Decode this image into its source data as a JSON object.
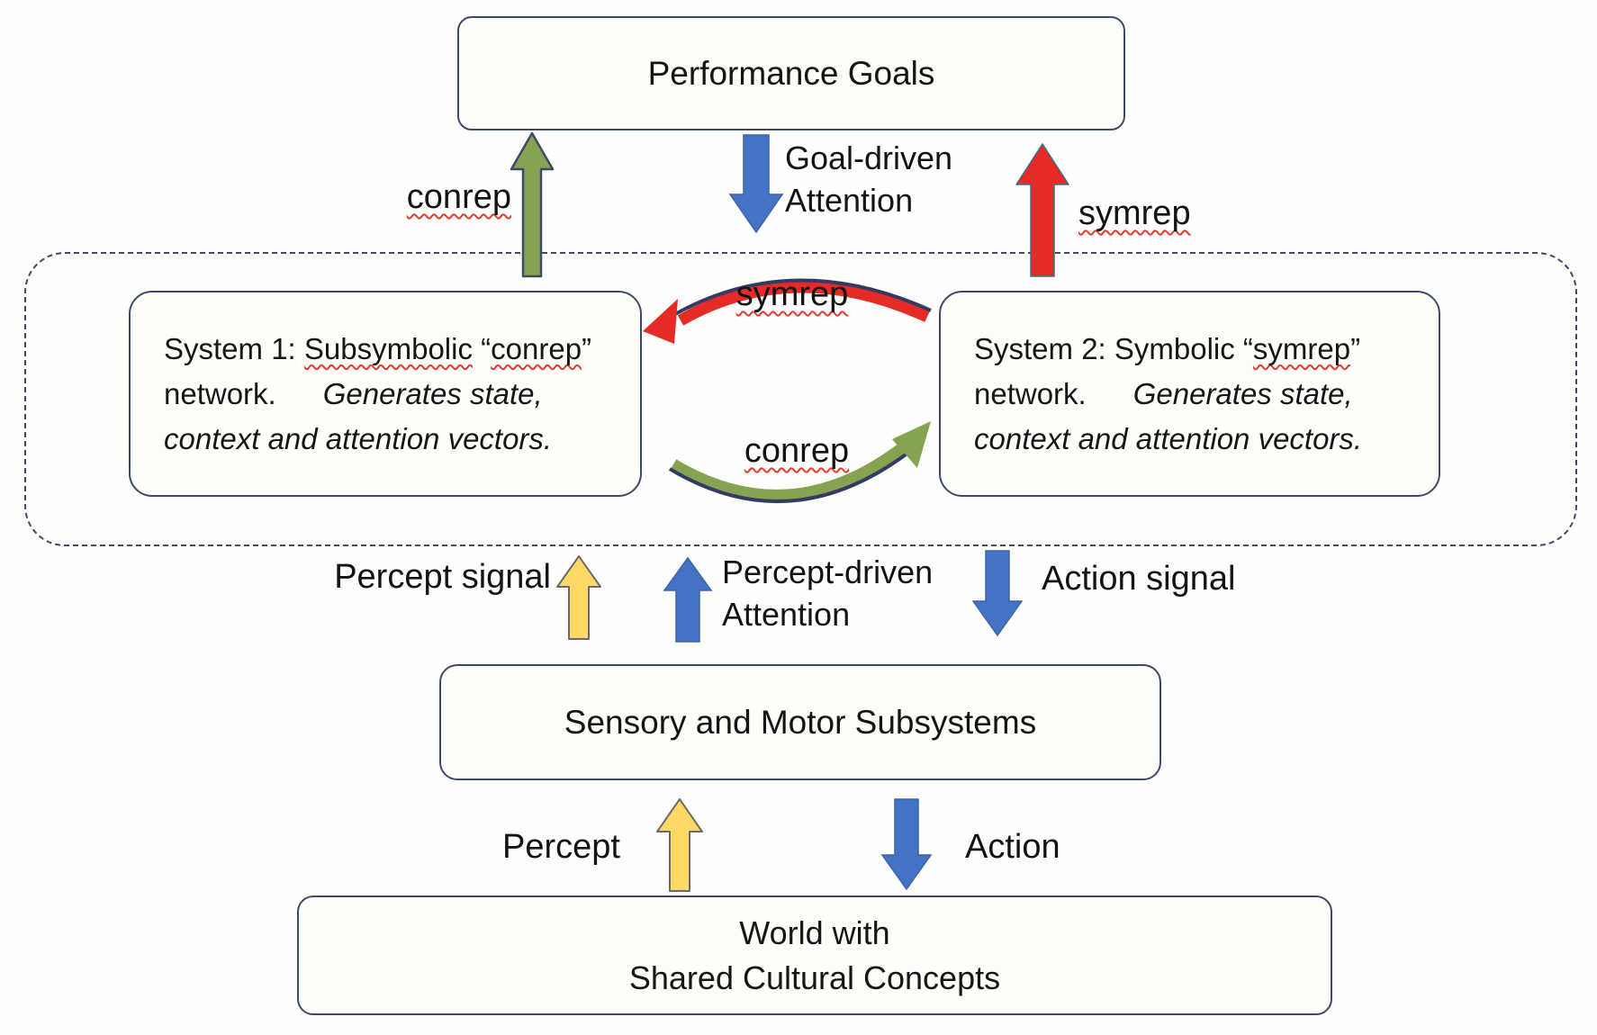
{
  "colors": {
    "green_arrow": "#85a350",
    "blue_arrow": "#4472c4",
    "red_arrow": "#e62b26",
    "yellow_arrow": "#fed966",
    "yellow_edge": "#6b6b66",
    "navy_outline": "#3d4a6b",
    "arc_navy": "#333a63",
    "squiggle": "#e03c31"
  },
  "boxes": {
    "performance_goals": {
      "label": "Performance Goals"
    },
    "sensory": {
      "label": "Sensory and Motor Subsystems"
    },
    "world": {
      "line1": "World with",
      "line2": "Shared Cultural Concepts"
    },
    "system1": {
      "seg_prefix": "System 1: ",
      "seg_misspelled": "Subsymbolic",
      "seg_quote_open": " “",
      "seg_term": "conrep",
      "seg_quote_close": "”",
      "seg_network": "network.",
      "seg_italic_a": "Generates state,",
      "seg_italic_b": "context and attention vectors."
    },
    "system2": {
      "seg_prefix": "System 2: Symbolic ",
      "seg_quote_open": "“",
      "seg_term": "symrep",
      "seg_quote_close": "”",
      "seg_network": "network.",
      "seg_italic_a": "Generates state,",
      "seg_italic_b": "context and attention vectors."
    }
  },
  "arrow_labels": {
    "conrep_up": "conrep",
    "goal_attention_line1": "Goal-driven",
    "goal_attention_line2": "Attention",
    "symrep_up": "symrep",
    "symrep_loop": "symrep",
    "conrep_loop": "conrep",
    "percept_signal": "Percept signal",
    "percept_attention_line1": "Percept-driven",
    "percept_attention_line2": "Attention",
    "action_signal": "Action signal",
    "percept": "Percept",
    "action": "Action"
  }
}
